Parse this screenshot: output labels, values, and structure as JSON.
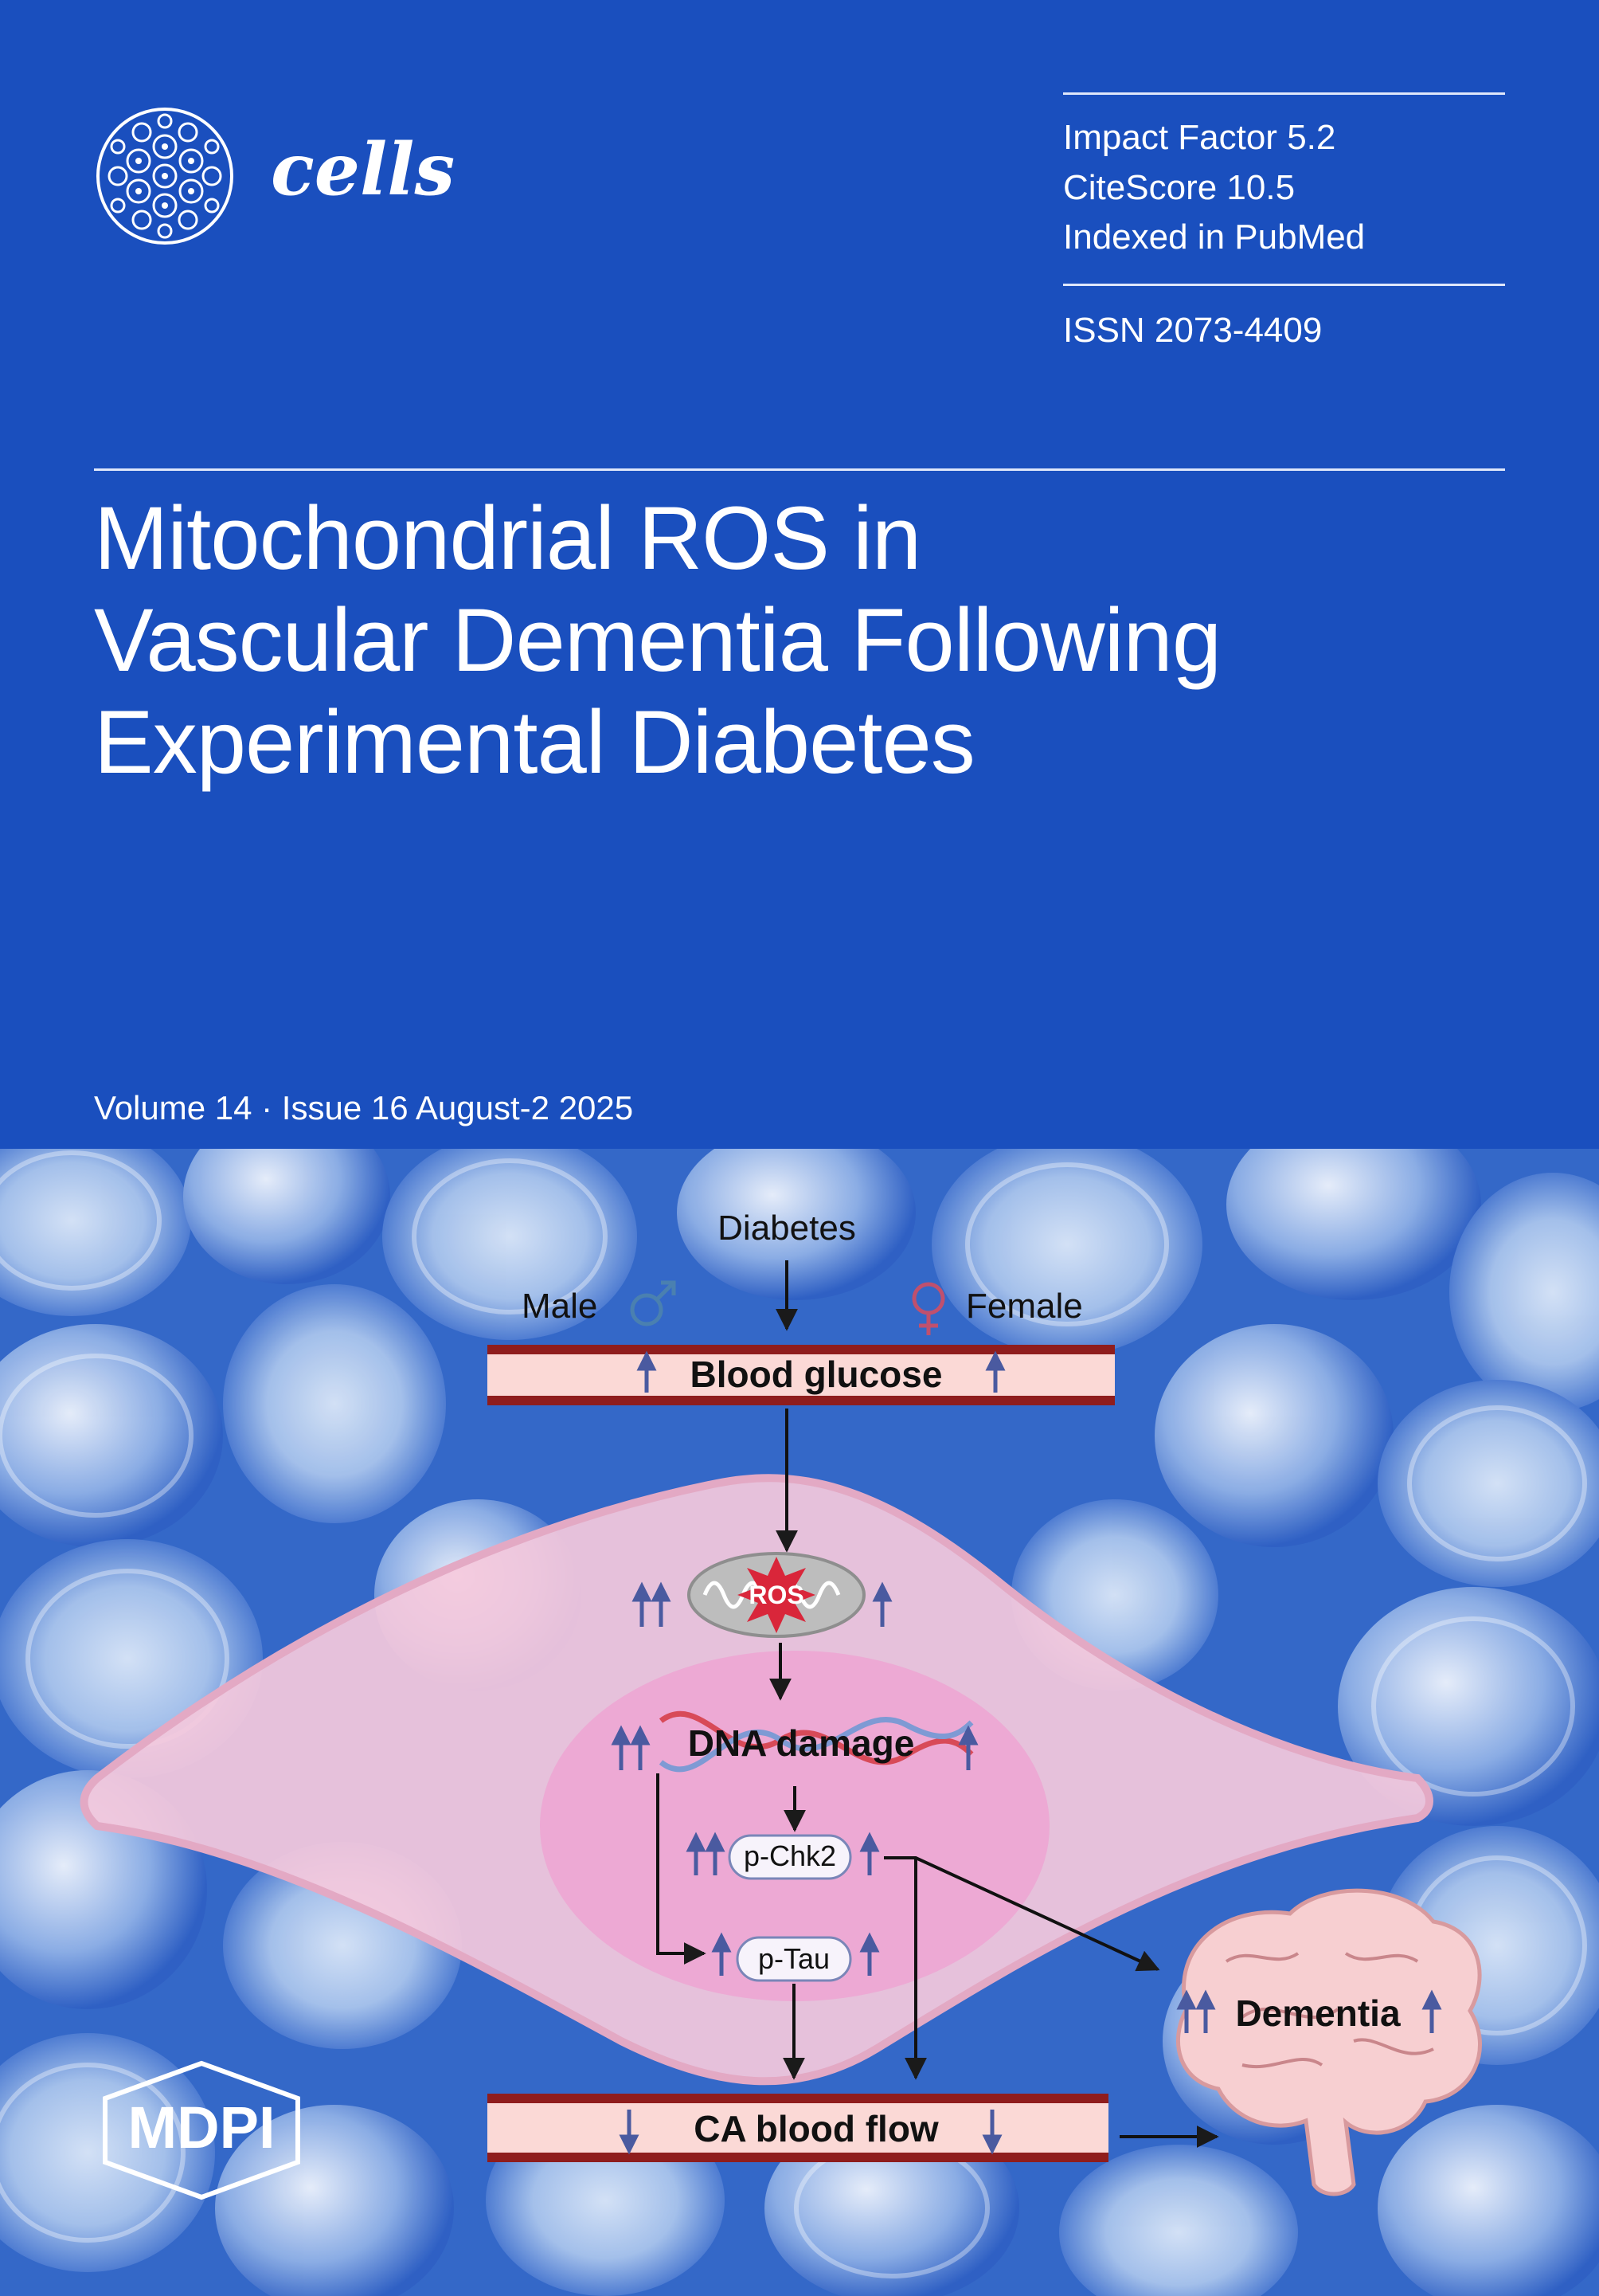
{
  "journal": {
    "name": "cells",
    "logo_icon": "cell-cluster-icon"
  },
  "metrics": {
    "impact_factor": "Impact Factor 5.2",
    "citescore": "CiteScore 10.5",
    "indexed": "Indexed in PubMed",
    "issn": "ISSN 2073-4409"
  },
  "article": {
    "title_lines": [
      "Mitochondrial ROS in",
      "Vascular Dementia Following",
      "Experimental Diabetes"
    ]
  },
  "issue": {
    "label": "Volume 14 · Issue 16 August-2 2025"
  },
  "diagram": {
    "diabetes": "Diabetes",
    "male": "Male",
    "female": "Female",
    "blood_glucose": "Blood glucose",
    "ros": "ROS",
    "dna_damage": "DNA damage",
    "p_chk2": "p-Chk2",
    "p_tau": "p-Tau",
    "dementia": "Dementia",
    "ca_blood_flow": "CA blood flow"
  },
  "publisher": {
    "name": "MDPI"
  },
  "colors": {
    "cover_blue": "#1a4fbe",
    "vessel_red": "#8f1d1d",
    "vessel_fill": "#fbd9d6",
    "cell_pink": "#f5c9dc",
    "nucleus_pink": "#eda5d2",
    "arrow_blue": "#4a5aa0",
    "female_symbol": "#c0506e",
    "male_symbol": "#4a80b0"
  }
}
